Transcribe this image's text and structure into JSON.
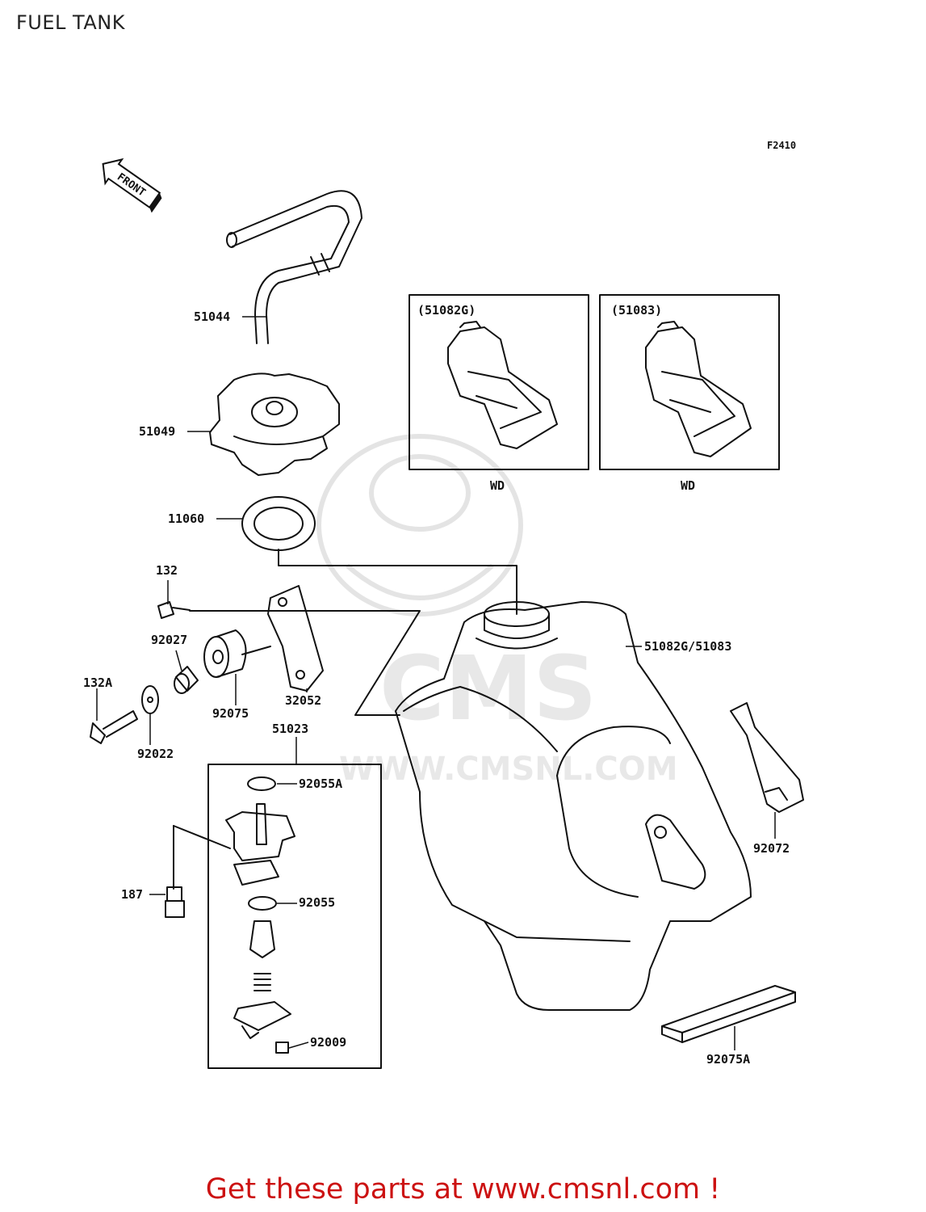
{
  "page_title": "FUEL TANK",
  "figure_code": "F2410",
  "front_label": "FRONT",
  "watermark": {
    "brand": "CMS",
    "url": "WWW.CMSNL.COM"
  },
  "callouts": {
    "p51044": "51044",
    "p51049": "51049",
    "p11060": "11060",
    "p132": "132",
    "p92027": "92027",
    "p132A": "132A",
    "p92022": "92022",
    "p92075": "92075",
    "p32052": "32052",
    "p51023": "51023",
    "p92055A": "92055A",
    "p187": "187",
    "p92055": "92055",
    "p92009": "92009",
    "p51082G_51083": "51082G/51083",
    "p92072": "92072",
    "p92075A": "92075A"
  },
  "variant_boxes": [
    {
      "part": "(51082G)",
      "note": "WD"
    },
    {
      "part": "(51083)",
      "note": "WD"
    }
  ],
  "footer_text": "Get these parts at www.cmsnl.com !",
  "colors": {
    "footer": "#cc1212",
    "line": "#111111",
    "watermark": "#e6e6e6"
  }
}
